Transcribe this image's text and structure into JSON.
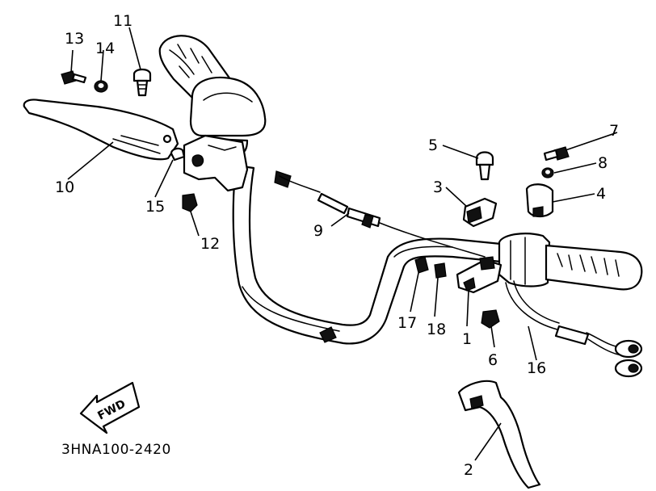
{
  "diagram": {
    "part_code": "3HNA100-2420",
    "direction_label": "FWD",
    "callouts": [
      "1",
      "2",
      "3",
      "4",
      "5",
      "6",
      "7",
      "8",
      "9",
      "10",
      "11",
      "12",
      "13",
      "14",
      "15",
      "16",
      "17",
      "18"
    ]
  }
}
